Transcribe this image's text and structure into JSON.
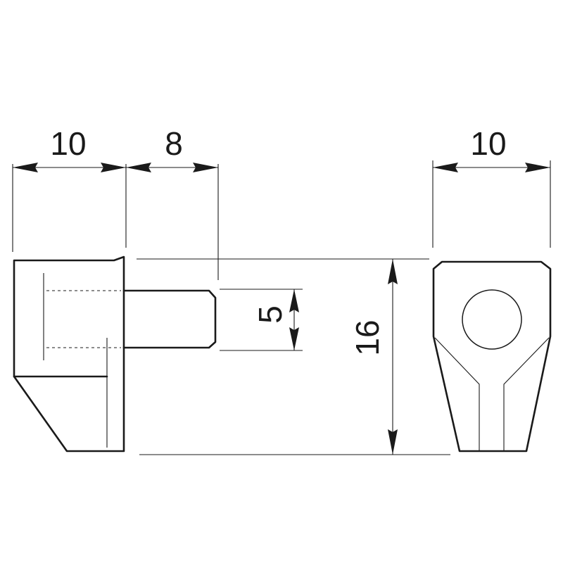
{
  "drawing": {
    "dimensions": {
      "side_width": "10",
      "pin_length": "8",
      "pin_diameter": "5",
      "height": "16",
      "front_width": "10"
    },
    "line_color": "#1a1a1a",
    "background": "#ffffff"
  }
}
